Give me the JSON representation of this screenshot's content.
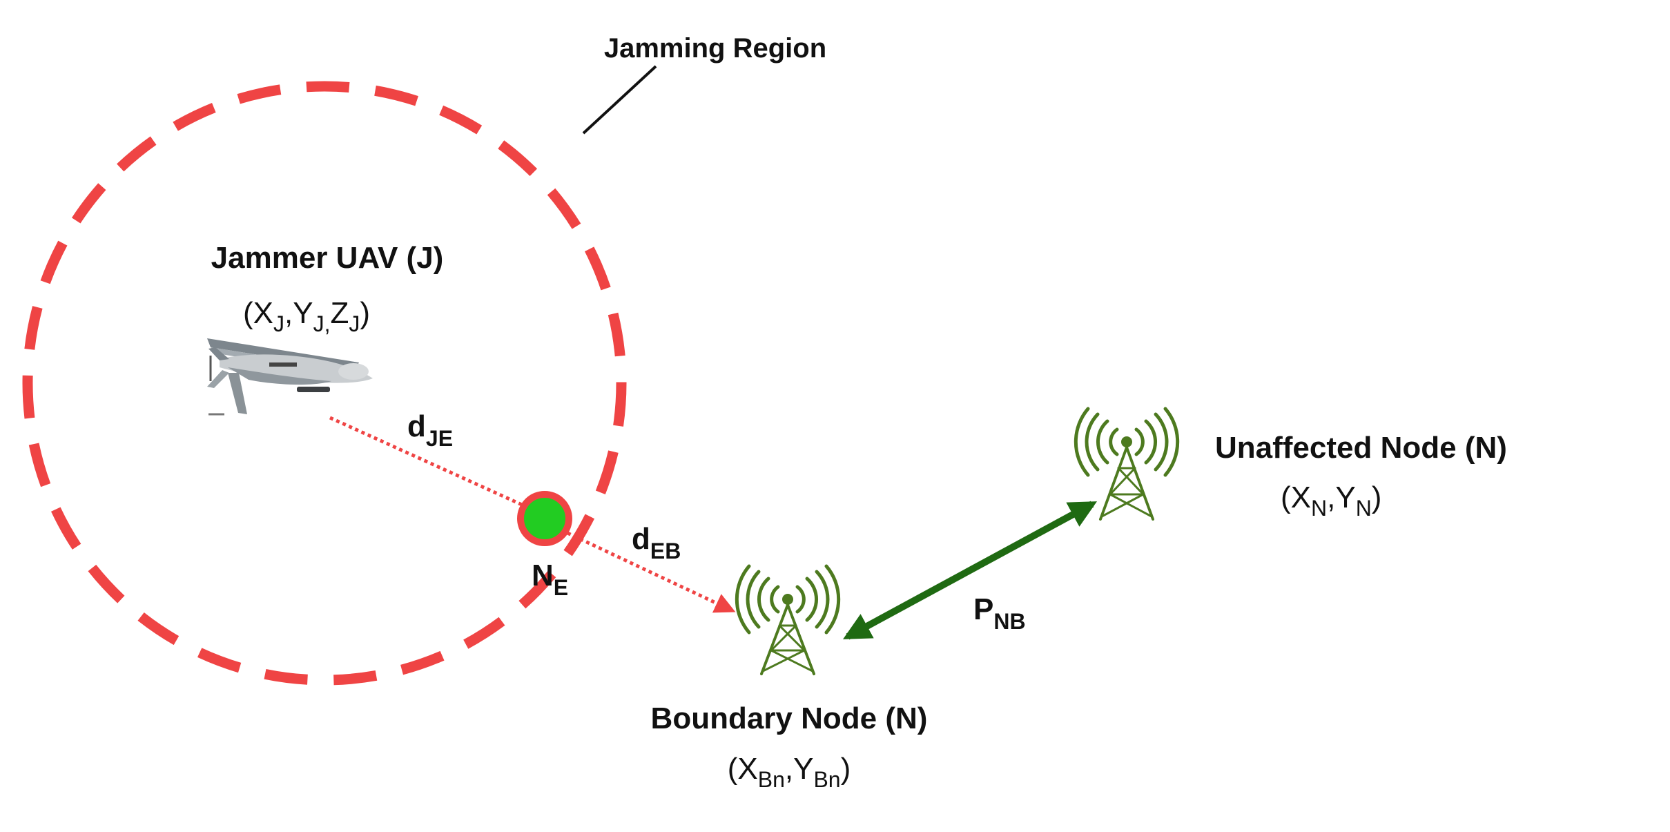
{
  "colors": {
    "jamming_region": "#ef4444",
    "link_arrow": "#1f6a12",
    "tower": "#4d7a1f",
    "node_fill": "#22cc22",
    "node_ring": "#ef4444",
    "text": "#111111"
  },
  "labels": {
    "jamming_region": "Jamming Region",
    "jammer_title": "Jammer UAV (J)",
    "jammer_coord": {
      "open": "(X",
      "s1": "J",
      "c1": ",Y",
      "s2": "J,",
      "c2": "Z",
      "s3": "J",
      "close": ")"
    },
    "d_je": {
      "main": "d",
      "sub": "JE"
    },
    "d_eb": {
      "main": "d",
      "sub": "EB"
    },
    "n_e": {
      "main": "N",
      "sub": "E"
    },
    "p_nb": {
      "main": "P",
      "sub": "NB"
    },
    "boundary_title": "Boundary Node (N)",
    "boundary_coord": {
      "open": "(X",
      "s1": "Bn",
      "mid": ",Y",
      "s2": "Bn",
      "close": ")"
    },
    "unaffected_title": "Unaffected Node (N)",
    "unaffected_coord": {
      "open": "(X",
      "s1": "N",
      "mid": ",Y",
      "s2": "N",
      "close": ")"
    }
  },
  "icons": {
    "jammer": "uav-drone-icon",
    "boundary": "radio-tower-icon",
    "unaffected": "radio-tower-icon"
  }
}
